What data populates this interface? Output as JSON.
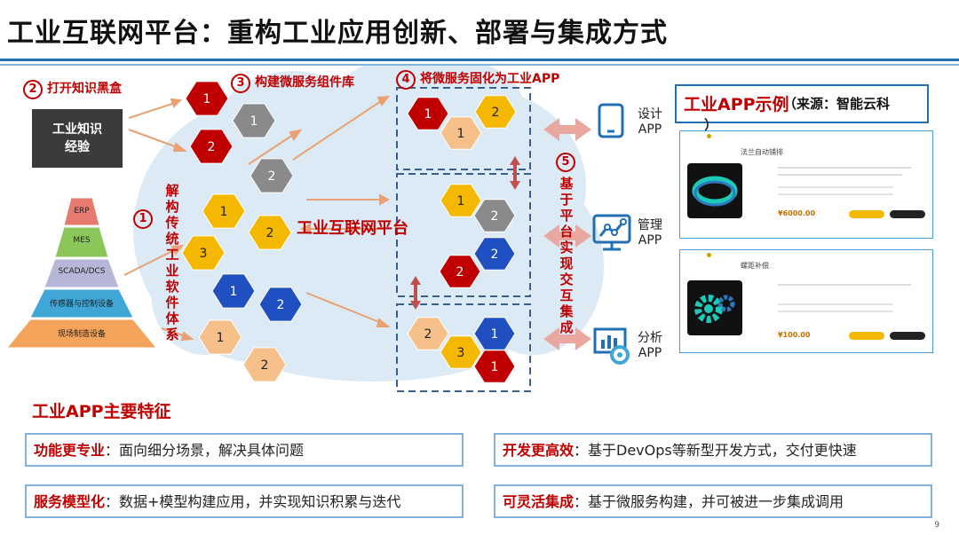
{
  "title": "工业互联网平台：重构工业应用创新、部署与集成方式",
  "steps": {
    "s1": {
      "num": "1"
    },
    "s2": {
      "num": "2",
      "label": "打开知识黑盒"
    },
    "s3": {
      "num": "3",
      "label": "构建微服务组件库"
    },
    "s4": {
      "num": "4",
      "label": "将微服务固化为工业APP"
    },
    "s5": {
      "num": "5"
    }
  },
  "knowledge_box": "工业知识\n经验",
  "deconstruct_text": "解构传统工业软件体系",
  "platform_label": "工业互联网平台",
  "integration_text": "基于平台实现交互集成",
  "pyramid": [
    "ERP",
    "MES",
    "SCADA/DCS",
    "传感器与控制设备",
    "现场制造设备"
  ],
  "hex_left": [
    "1",
    "1",
    "2",
    "2",
    "1",
    "2",
    "3",
    "1",
    "2",
    "1",
    "2"
  ],
  "hex_right": [
    "1",
    "2",
    "1",
    "1",
    "2",
    "2",
    "2",
    "2",
    "3",
    "1",
    "1"
  ],
  "apps": [
    {
      "name": "设计",
      "suffix": "APP",
      "icon": "tablet-icon"
    },
    {
      "name": "管理",
      "suffix": "APP",
      "icon": "monitor-chart-icon"
    },
    {
      "name": "分析",
      "suffix": "APP",
      "icon": "analytics-gear-icon"
    }
  ],
  "app_example": {
    "title": "工业APP示例",
    "source": "（来源：智能云科",
    "source_close": "）"
  },
  "cards": [
    {
      "name": "法兰自动铺排",
      "price": "¥6000.00",
      "icon": "ring-icon"
    },
    {
      "name": "螺距补偿",
      "price": "¥100.00",
      "icon": "gears-icon"
    }
  ],
  "features_title": "工业APP主要特征",
  "features": [
    {
      "key": "功能更专业",
      "text": "：面向细分场景，解决具体问题"
    },
    {
      "key": "开发更高效",
      "text": "：基于DevOps等新型开发方式，交付更快速"
    },
    {
      "key": "服务模型化",
      "text": "：数据+模型构建应用，并实现知识积累与迭代"
    },
    {
      "key": "可灵活集成",
      "text": "：基于微服务构建，并可被进一步集成调用"
    }
  ],
  "page_number": "9",
  "colors": {
    "red": "#c00000",
    "yellow": "#f5b800",
    "grey": "#8a8a8a",
    "blue": "#1f4fc1",
    "peach": "#f6c08a",
    "cloud": "#dceaf6"
  }
}
